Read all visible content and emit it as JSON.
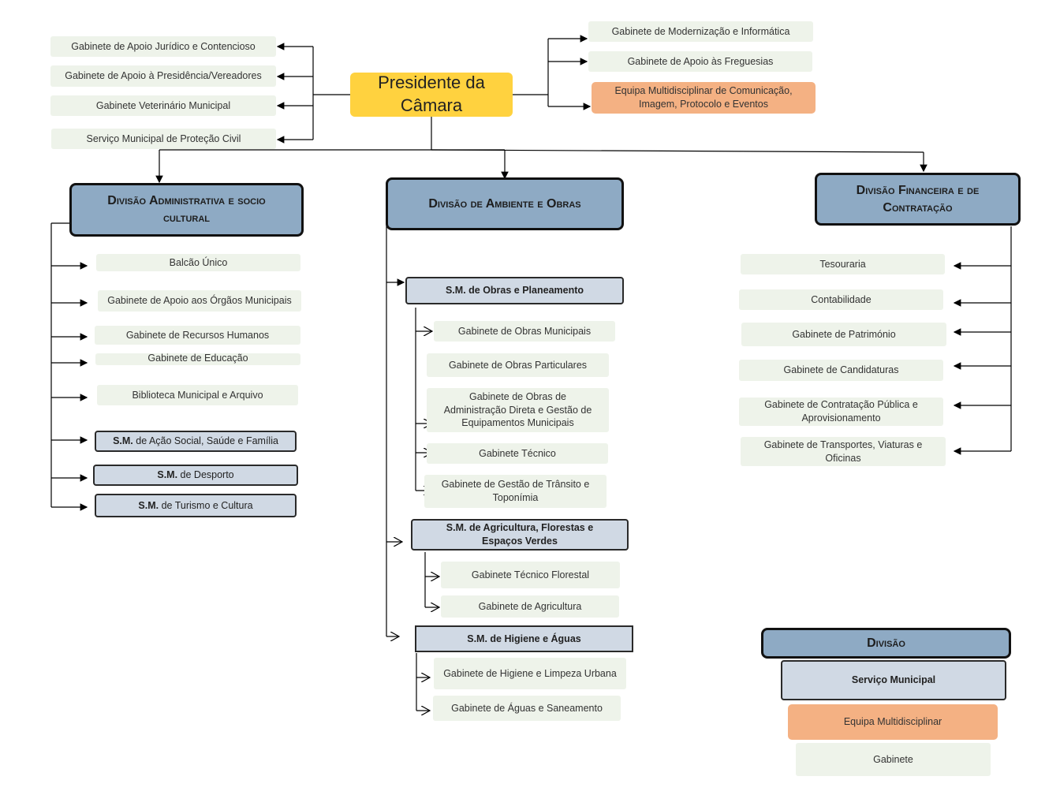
{
  "president": "Presidente da Câmara",
  "top_left_units": [
    "Gabinete de Apoio Jurídico e Contencioso",
    "Gabinete de Apoio à Presidência/Vereadores",
    "Gabinete Veterinário Municipal",
    "Serviço Municipal de Proteção Civil"
  ],
  "top_right_units": [
    "Gabinete de Modernização e Informática",
    "Gabinete de Apoio às Freguesias",
    "Equipa Multidisciplinar de Comunicação, Imagem, Protocolo e Eventos"
  ],
  "division_admin": {
    "title": "Divisão Administrativa e socio cultural",
    "units": [
      "Balcão Único",
      "Gabinete de Apoio aos Órgãos Municipais",
      "Gabinete de Recursos Humanos",
      "Gabinete de Educação",
      "Biblioteca Municipal e Arquivo"
    ],
    "services": [
      {
        "prefix": "S.M.",
        "rest": " de Ação Social, Saúde e Família"
      },
      {
        "prefix": "S.M.",
        "rest": " de Desporto"
      },
      {
        "prefix": "S.M.",
        "rest": " de Turismo e Cultura"
      }
    ]
  },
  "division_ambiente": {
    "title": "Divisão de Ambiente e Obras",
    "sm_obras": {
      "title": "S.M. de Obras e Planeamento",
      "units": [
        "Gabinete de Obras Municipais",
        "Gabinete de Obras Particulares",
        "Gabinete de Obras de Administração Direta e Gestão de Equipamentos Municipais",
        "Gabinete Técnico",
        "Gabinete de Gestão de Trânsito e Toponímia"
      ]
    },
    "sm_agricultura": {
      "title": "S.M. de Agricultura, Florestas e Espaços Verdes",
      "units": [
        "Gabinete Técnico Florestal",
        "Gabinete de Agricultura"
      ]
    },
    "sm_higiene": {
      "title": "S.M. de Higiene e Águas",
      "units": [
        "Gabinete de Higiene e Limpeza Urbana",
        "Gabinete de Águas e Saneamento"
      ]
    }
  },
  "division_financeira": {
    "title": "Divisão Financeira e de Contratação",
    "units": [
      "Tesouraria",
      "Contabilidade",
      "Gabinete de Património",
      "Gabinete de Candidaturas",
      "Gabinete de Contratação Pública e Aprovisionamento",
      "Gabinete de Transportes, Viaturas e Oficinas"
    ]
  },
  "legend": {
    "division": "Divisão",
    "service": "Serviço Municipal",
    "team": "Equipa Multidisciplinar",
    "office": "Gabinete"
  },
  "colors": {
    "president": "#ffd23f",
    "division": "#8eaac4",
    "service": "#d0d9e4",
    "team": "#f4b183",
    "office": "#eef3ea"
  }
}
